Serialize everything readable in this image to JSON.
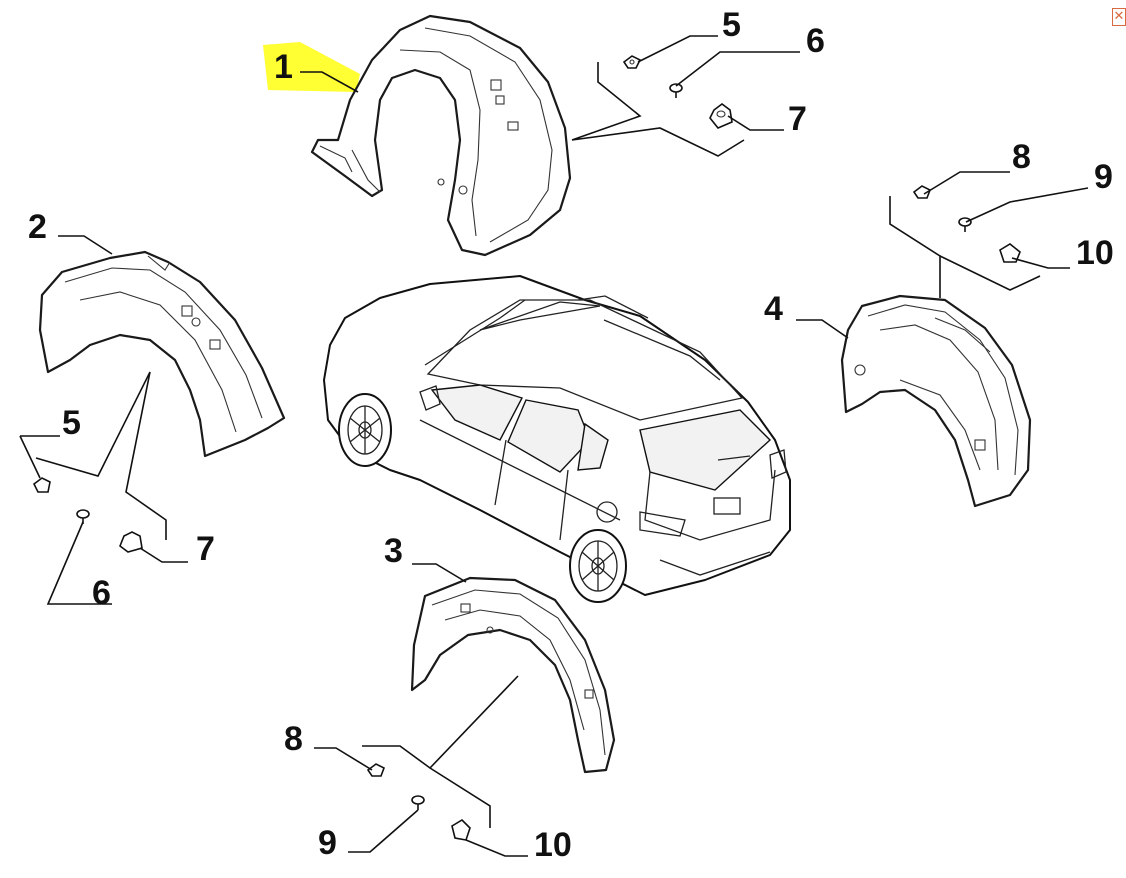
{
  "callouts": {
    "c1": "1",
    "c2": "2",
    "c3": "3",
    "c4": "4",
    "c5a": "5",
    "c6a": "6",
    "c7a": "7",
    "c5b": "5",
    "c6b": "6",
    "c7b": "7",
    "c8a": "8",
    "c9a": "9",
    "c10a": "10",
    "c8b": "8",
    "c9b": "9",
    "c10b": "10"
  },
  "highlight_color": "#ffff33",
  "close_icon": {
    "glyph": "✕",
    "color": "#d9693f"
  }
}
